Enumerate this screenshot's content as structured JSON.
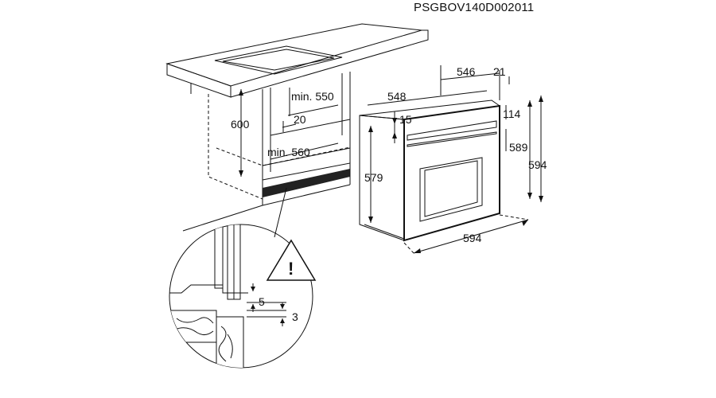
{
  "drawing_code": "PSGBOV140D002011",
  "dimensions": {
    "cabinet_height": "600",
    "min_width": "min. 550",
    "gap": "20",
    "min_depth": "min. 560",
    "oven_depth_total": "548",
    "oven_depth_body": "546",
    "door_thickness": "21",
    "panel_offset": "15",
    "top_to_panel": "114",
    "body_height": "579",
    "inner_height": "589",
    "front_height": "594",
    "front_width": "594",
    "detail_gap_1": "5",
    "detail_gap_2": "3"
  },
  "warning_symbol": "!"
}
